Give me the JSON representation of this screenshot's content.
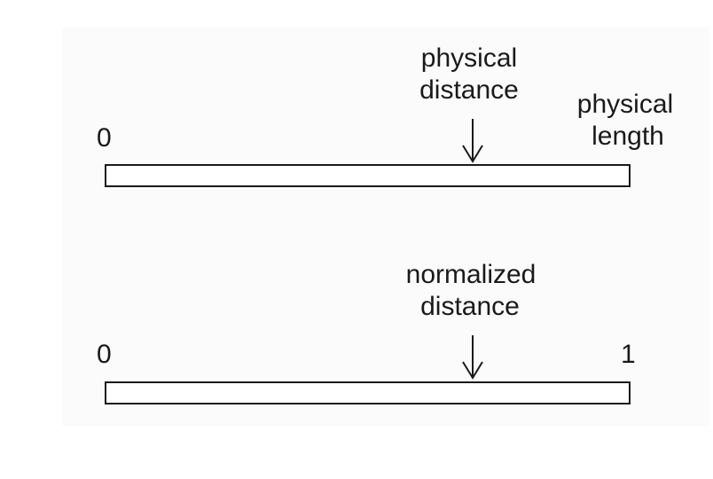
{
  "top_scale": {
    "start_label": "0",
    "marker_label_line1": "physical",
    "marker_label_line2": "distance",
    "end_label_line1": "physical",
    "end_label_line2": "length",
    "marker_fraction": 0.7
  },
  "bottom_scale": {
    "start_label": "0",
    "marker_label_line1": "normalized",
    "marker_label_line2": "distance",
    "end_label": "1",
    "marker_fraction": 0.7
  },
  "colors": {
    "stroke": "#1a1a1a",
    "bar_fill": "#ffffff",
    "figure_bg": "#fbfbfb"
  }
}
